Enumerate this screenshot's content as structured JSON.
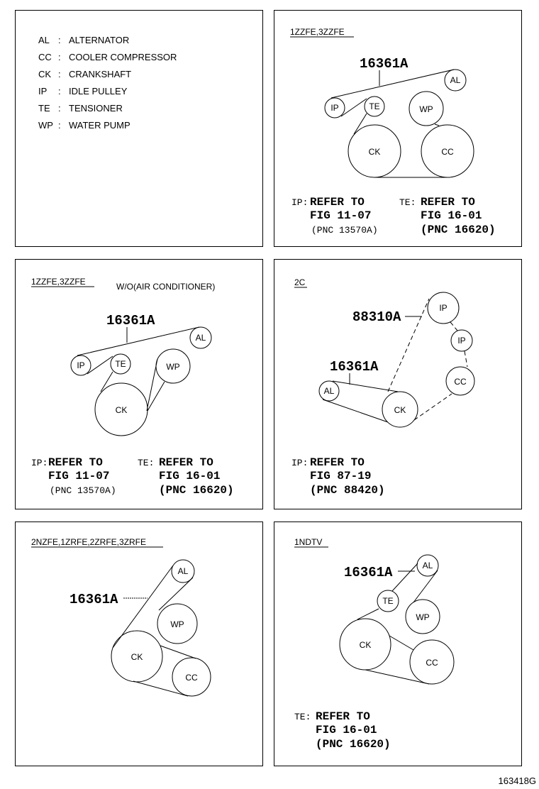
{
  "legend": [
    {
      "code": "AL",
      "name": "ALTERNATOR"
    },
    {
      "code": "CC",
      "name": "COOLER COMPRESSOR"
    },
    {
      "code": "CK",
      "name": "CRANKSHAFT"
    },
    {
      "code": "IP",
      "name": "IDLE PULLEY"
    },
    {
      "code": "TE",
      "name": "TENSIONER"
    },
    {
      "code": "WP",
      "name": "WATER PUMP"
    }
  ],
  "legend_sep": ":",
  "pulleys": {
    "AL": "AL",
    "CC": "CC",
    "CK": "CK",
    "IP": "IP",
    "TE": "TE",
    "WP": "WP"
  },
  "panels": {
    "p2": {
      "engine": "1ZZFE,3ZZFE",
      "part": "16361A",
      "ref_ip": {
        "tag": "IP:",
        "l1": "REFER TO",
        "l2": "FIG 11-07",
        "l3": "(PNC 13570A)"
      },
      "ref_te": {
        "tag": "TE:",
        "l1": "REFER TO",
        "l2": "FIG 16-01",
        "l3": "(PNC 16620)"
      }
    },
    "p3": {
      "engine": "1ZZFE,3ZZFE",
      "note": "W/O(AIR CONDITIONER)",
      "part": "16361A",
      "ref_ip": {
        "tag": "IP:",
        "l1": "REFER TO",
        "l2": "FIG 11-07",
        "l3": "(PNC 13570A)"
      },
      "ref_te": {
        "tag": "TE:",
        "l1": "REFER TO",
        "l2": "FIG 16-01",
        "l3": "(PNC 16620)"
      }
    },
    "p4": {
      "engine": "2C",
      "part_a": "88310A",
      "part_b": "16361A",
      "ref_ip": {
        "tag": "IP:",
        "l1": "REFER TO",
        "l2": "FIG 87-19",
        "l3": "(PNC 88420)"
      }
    },
    "p5": {
      "engine": "2NZFE,1ZRFE,2ZRFE,3ZRFE",
      "part": "16361A"
    },
    "p6": {
      "engine": "1NDTV",
      "part": "16361A",
      "ref_te": {
        "tag": "TE:",
        "l1": "REFER TO",
        "l2": "FIG 16-01",
        "l3": "(PNC 16620)"
      }
    }
  },
  "figure_number": "163418G"
}
